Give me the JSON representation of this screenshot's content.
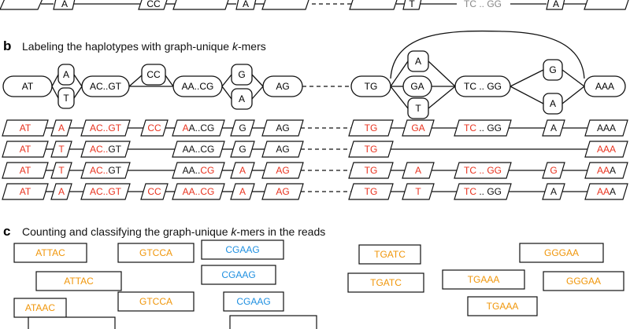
{
  "colors": {
    "unique": "#e8321e",
    "shared": "#111111",
    "faded": "#888888",
    "orange": "#f0960a",
    "blue": "#1e8fe0"
  },
  "panel_a_row": [
    "",
    "A",
    "CC",
    "A",
    "T",
    "TC .. GG",
    "A",
    ""
  ],
  "panel_b": {
    "letter": "b",
    "title_pre": "Labeling the haplotypes with graph-unique ",
    "title_k": "k",
    "title_post": "-mers",
    "graph_nodes": [
      "AT",
      "A",
      "T",
      "AC..GT",
      "CC",
      "AA..CG",
      "G",
      "A",
      "AG",
      "TG",
      "A",
      "GA",
      "T",
      "TC .. GG",
      "G",
      "A",
      "AAA"
    ],
    "haplotypes": [
      [
        [
          "AT"
        ],
        [
          "A"
        ],
        [
          "AC..GT"
        ],
        [
          "CC"
        ],
        [
          "A",
          "A..CG"
        ],
        [
          "G"
        ],
        [
          "AG"
        ],
        [
          "TG"
        ],
        [
          "GA"
        ],
        [
          "TC",
          " .. GG"
        ],
        [
          "A"
        ],
        [
          "AAA"
        ]
      ],
      [
        [
          "AT"
        ],
        [
          "T"
        ],
        [
          "AC..",
          "GT"
        ],
        [],
        [
          "AA..CG"
        ],
        [
          "G"
        ],
        [
          "AG"
        ],
        [
          "TG"
        ],
        [],
        [],
        [],
        [
          "AAA"
        ]
      ],
      [
        [
          "AT"
        ],
        [
          "T"
        ],
        [
          "AC..",
          "GT"
        ],
        [],
        [
          "AA..",
          "CG"
        ],
        [
          "A"
        ],
        [
          "AG"
        ],
        [
          "TG"
        ],
        [
          "A"
        ],
        [
          "TC .. GG"
        ],
        [
          "G"
        ],
        [
          "AA",
          "A"
        ]
      ],
      [
        [
          "AT"
        ],
        [
          "A"
        ],
        [
          "AC..GT"
        ],
        [
          "CC"
        ],
        [
          "A",
          "A..CG"
        ],
        [
          "A"
        ],
        [
          "AG"
        ],
        [
          "TG"
        ],
        [
          "T"
        ],
        [
          "TC",
          " .. GG"
        ],
        [
          "A"
        ],
        [
          "AA",
          "A"
        ]
      ]
    ]
  },
  "panel_c": {
    "letter": "c",
    "title_pre": "Counting and classifying the graph-unique ",
    "title_k": "k",
    "title_post": "-mers in the reads",
    "reads": [
      "ATTAC",
      "GTCCA",
      "CGAAG",
      "ATTAC",
      "CGAAG",
      "ATAAC",
      "GTCCA",
      "CGAAG",
      "TGATC",
      "GGGAA",
      "TGATC",
      "TGAAA",
      "GGGAA",
      "TGAAA",
      "",
      ""
    ]
  }
}
